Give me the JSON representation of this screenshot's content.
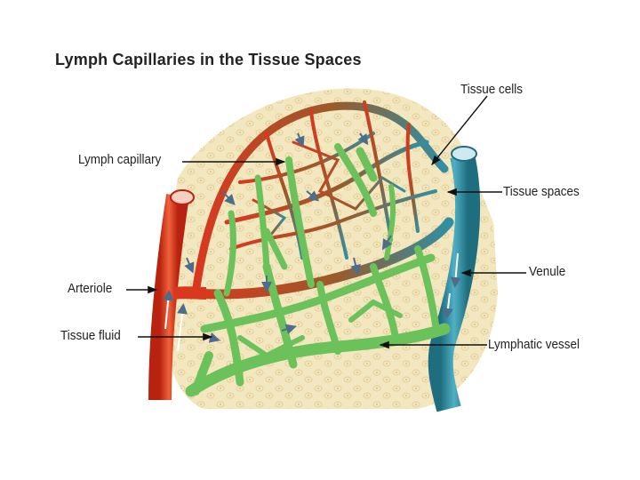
{
  "title": "Lymph Capillaries in the Tissue Spaces",
  "labels": {
    "tissue_cells": "Tissue cells",
    "lymph_capillary": "Lymph capillary",
    "tissue_spaces": "Tissue spaces",
    "venule": "Venule",
    "arteriole": "Arteriole",
    "tissue_fluid": "Tissue fluid",
    "lymphatic_vessel": "Lymphatic vessel"
  },
  "colors": {
    "tissue_background": "#f3e7c0",
    "arteriole": "#d9381e",
    "capillary_bed": "#b8502a",
    "venule": "#2f8fa3",
    "lymph": "#6cc25a",
    "arrow": "#4d6d8a"
  }
}
